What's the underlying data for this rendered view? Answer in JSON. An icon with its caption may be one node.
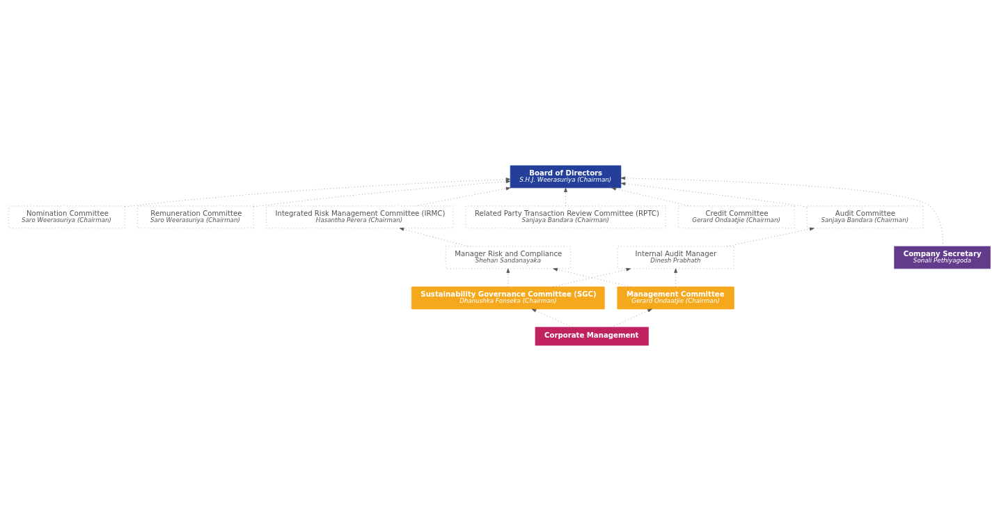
{
  "diagram": {
    "nodes": [
      {
        "text": [
          "Nomination Committee",
          "Saro Weerasuriya (Chairman)"
        ]
      },
      {
        "text": [
          "Remuneration Committee",
          "Saro Weerasuriya (Chairman)"
        ]
      },
      {
        "text": [
          "Audit Committee",
          "Sanjaya Bandara (Chairman)"
        ]
      },
      {
        "text": [
          "Board of Directors",
          "S.H.J. Weerasuriya (Chairman)"
        ]
      },
      {
        "text": [
          "Related Party Transaction Review Committee (RPTC)",
          "Sanjaya Bandara (Chairman)"
        ]
      },
      {
        "text": [
          "Credit Committee",
          "Gerard Ondaatjie (Chairman)"
        ]
      },
      {
        "text": [
          "Integrated Risk Management Committee (IRMC)",
          "Hasantha Perera (Chairman)"
        ]
      },
      {
        "text": [
          "Internal Audit Manager",
          "Dinesh Prabhath"
        ]
      },
      {
        "text": [
          "Company Secretary",
          "Sonali Pethiyagoda"
        ]
      },
      {
        "text": [
          "Manager Risk and Compliance",
          "Shehan Sandanayaka"
        ]
      },
      {
        "text": [
          "Sustainability Governance Committee (SGC)",
          "Dhanushka Fonseka (Chairman)"
        ]
      },
      {
        "text": [
          "Management Committee",
          "Gerard Ondaatjie (Chairman)"
        ]
      },
      {
        "text": [
          "Corporate Management"
        ]
      }
    ],
    "edges": [
      {
        "from": 0,
        "to": 3,
        "arrow": "to"
      },
      {
        "from": 1,
        "to": 3,
        "arrow": "to"
      },
      {
        "from": 2,
        "to": 3,
        "arrow": "to"
      },
      {
        "from": 4,
        "to": 3,
        "arrow": "to"
      },
      {
        "from": 5,
        "to": 3,
        "arrow": "to"
      },
      {
        "from": 6,
        "to": 3,
        "arrow": "to"
      },
      {
        "from": 7,
        "to": 2,
        "arrow": "to"
      },
      {
        "from": 8,
        "to": 3,
        "arrow": "to"
      },
      {
        "from": 9,
        "to": 6,
        "arrow": "to"
      },
      {
        "from": 10,
        "to": 7,
        "arrow": "to"
      },
      {
        "from": 10,
        "to": 9,
        "arrow": "to"
      },
      {
        "from": 11,
        "to": 7,
        "arrow": "to"
      },
      {
        "from": 11,
        "to": 9,
        "arrow": "to"
      },
      {
        "from": 12,
        "to": 10,
        "arrow": "to"
      },
      {
        "from": 12,
        "to": 11,
        "arrow": "to"
      }
    ]
  }
}
